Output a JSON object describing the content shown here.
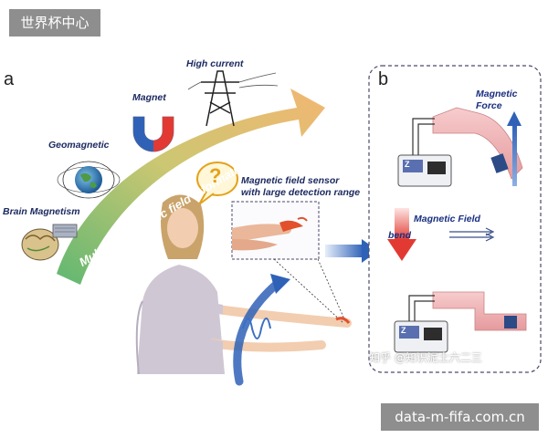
{
  "watermarks": {
    "top_left": "世界杯中心",
    "bottom_right": "data-m-fifa.com.cn",
    "corner": "知乎 @知识泥土六二三"
  },
  "panel_a": {
    "letter": "a",
    "arrow_text": "Multiple magnetic field information",
    "labels": {
      "brain": "Brain Magnetism",
      "geo": "Geomagnetic",
      "magnet": "Magnet",
      "current": "High current"
    },
    "sensor_label_line1": "Magnetic field sensor",
    "sensor_label_line2": "with large detection range",
    "question_mark": "?"
  },
  "panel_b": {
    "letter": "b",
    "force_line1": "Magnetic",
    "force_line2": "Force",
    "field_label": "Magnetic Field",
    "bend_label": "bend",
    "device_letter": "Z"
  },
  "colors": {
    "arrow_start": "#57b46a",
    "arrow_end": "#f1b36b",
    "label_text": "#1c2a60",
    "force_arrow": "#2f62b7",
    "bend_arrow": "#e23a33",
    "strip": "#f2b7b8",
    "dashed_border": "#4a4a6a"
  }
}
